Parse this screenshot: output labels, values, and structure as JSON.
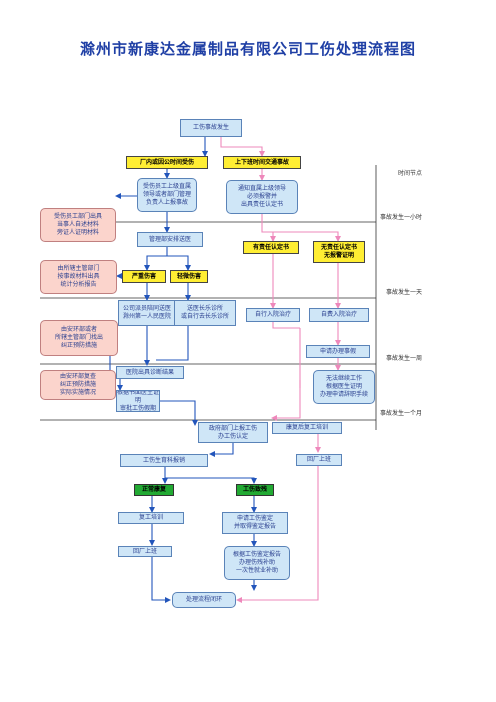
{
  "title": "滁州市新康达金属制品有限公司工伤处理流程图",
  "timeline": {
    "header": "时间节点",
    "marks": [
      "事故发生一小时",
      "事故发生一天",
      "事故发生一周",
      "事故发生一个月"
    ]
  },
  "nodes": {
    "start": "工伤事故发生",
    "branch_factory": "厂内或因公时间受伤",
    "branch_commute": "上下班时间交通事故",
    "report_factory": "受伤员工上级直属\n领导或者部门管理\n负责人上报事故",
    "report_commute": "通知直属上级领导\n必须报警并\n出具责任认定书",
    "dept_docs": "受伤员工部门出具\n当事人自述材料\n旁证人证明材料",
    "hr_arrange": "管理部安排送医",
    "responsible": "有责任认定书",
    "no_responsible": "无责任认定书\n无报警证明",
    "severe": "严重伤害",
    "minor": "轻微伤害",
    "safety_analysis": "由所辖主管部门\n按事故材料出具\n统计分析报告",
    "hospital_severe": "公司派员陪同送医\n滁州第一人民医院",
    "hospital_minor": "送医长乐诊所\n或自行去长乐诊所",
    "self_admit": "自行入院治疗",
    "self_pay": "自费入院治疗",
    "prevention_issue": "由安环部或者\n所辖主管部门找出\n纠正预防措施",
    "apply_matter": "申请办理事假",
    "hospital_diagnosis": "医院出具诊断结果",
    "prevention_review": "由安环部复查\n纠正预防措施\n实际实施情况",
    "doctor_cert": "根据书面医生证明\n审批工伤假期",
    "no_work": "无法继续工作\n根据医生证明\n办理申请辞职手续",
    "gov_review": "政府部门上报工伤\n办工伤认定",
    "recover_train": "康复后复工培训",
    "back_work_right": "回厂上班",
    "reimburse": "工伤生育科报销",
    "normal": "正常康复",
    "disability": "工伤致残",
    "retrain": "复工培训",
    "apply_appraisal": "申请工伤鉴定\n并取得鉴定报告",
    "back_work_left": "回厂上班",
    "compensation": "根据工伤鉴定报告\n办理伤残补助\n一次性就业补助",
    "close": "处理流程闭环"
  }
}
